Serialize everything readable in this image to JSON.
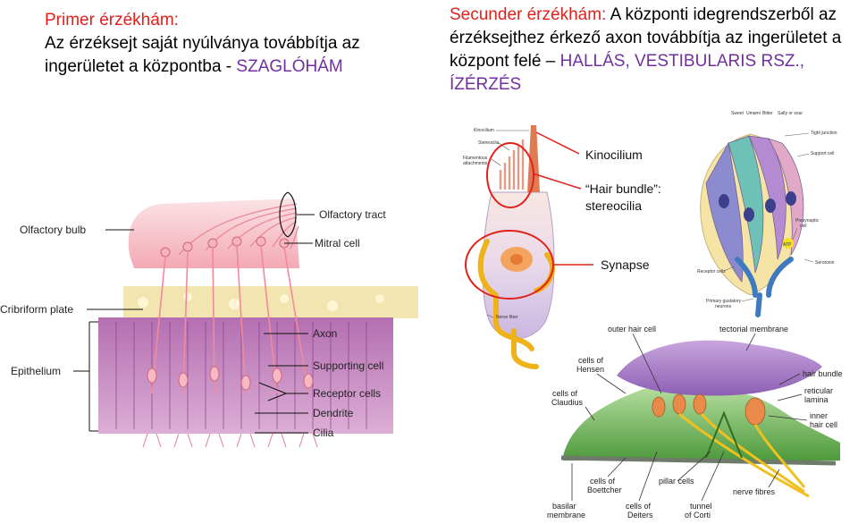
{
  "primary": {
    "title": "Primer érzékhám:",
    "body": "Az érzéksejt saját nyúlványa továbbítja az ingerületet a központba -",
    "highlight": "SZAGLÓHÁM"
  },
  "secondary": {
    "title": "Secunder érzékhám:",
    "body": "A központi idegrendszerből az érzéksejthez érkező axon továbbítja az ingerületet a központ felé –",
    "highlight": "HALLÁS, VESTIBULARIS RSZ., ÍZÉRZÉS"
  },
  "olfactory": {
    "olfactory_bulb": "Olfactory bulb",
    "olfactory_tract": "Olfactory tract",
    "mitral_cell": "Mitral cell",
    "cribriform_plate": "Cribriform plate",
    "epithelium": "Epithelium",
    "axon": "Axon",
    "supporting_cell": "Supporting cell",
    "receptor_cells": "Receptor cells",
    "dendrite": "Dendrite",
    "cilia": "Cilia"
  },
  "haircell": {
    "kinocilium_small": "Kinocilium",
    "stereocilia_small": "Stereocilia",
    "filamentous_line1": "Filamentous",
    "filamentous_line2": "attachments",
    "nerve_fiber": "Nerve fiber",
    "kinocilium": "Kinocilium",
    "hair_bundle": "“Hair bundle”:",
    "stereocilia": "stereocilia",
    "synapse": "Synapse"
  },
  "taste": {
    "sweet": "Sweet",
    "umami": "Umami",
    "bitter": "Bitter",
    "salty_sour": "Salty or sour",
    "tight_junction": "Tight junction",
    "support_cell": "Support cell",
    "presynaptic_line1": "Presynaptic",
    "presynaptic_line2": "cell",
    "atp": "ATP",
    "serotonin": "Serotonin",
    "receptor_cells": "Receptor cells",
    "primary_line1": "Primary gustatory",
    "primary_line2": "neurons"
  },
  "corti": {
    "outer_hair_cell": "outer hair cell",
    "tectorial_membrane": "tectorial membrane",
    "hensen_line1": "cells of",
    "hensen_line2": "Hensen",
    "claudius_line1": "cells of",
    "claudius_line2": "Claudius",
    "hair_bundle": "hair bundle",
    "reticular_line1": "reticular",
    "reticular_line2": "lamina",
    "inner_line1": "inner",
    "inner_line2": "hair cell",
    "boettcher_line1": "cells of",
    "boettcher_line2": "Boettcher",
    "pillar_cells": "pillar cells",
    "nerve_fibres": "nerve fibres",
    "basilar_line1": "basilar",
    "basilar_line2": "membrane",
    "deiters_line1": "cells of",
    "deiters_line2": "Deiters",
    "tunnel_line1": "tunnel",
    "tunnel_line2": "of Corti"
  }
}
